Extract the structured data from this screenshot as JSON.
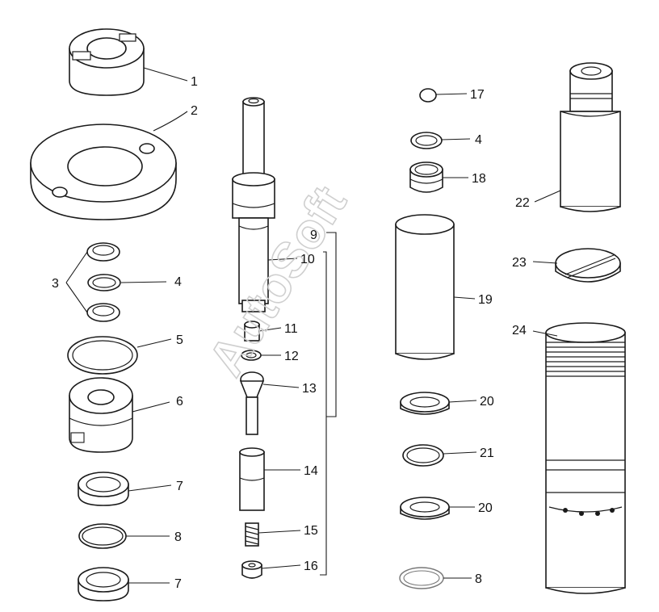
{
  "watermark": "AutoSoft",
  "callouts": [
    {
      "id": "c1",
      "text": "1"
    },
    {
      "id": "c2",
      "text": "2"
    },
    {
      "id": "c3",
      "text": "3"
    },
    {
      "id": "c4a",
      "text": "4"
    },
    {
      "id": "c5",
      "text": "5"
    },
    {
      "id": "c6",
      "text": "6"
    },
    {
      "id": "c7a",
      "text": "7"
    },
    {
      "id": "c8a",
      "text": "8"
    },
    {
      "id": "c7b",
      "text": "7"
    },
    {
      "id": "c9",
      "text": "9"
    },
    {
      "id": "c10",
      "text": "10"
    },
    {
      "id": "c11",
      "text": "11"
    },
    {
      "id": "c12",
      "text": "12"
    },
    {
      "id": "c13",
      "text": "13"
    },
    {
      "id": "c14",
      "text": "14"
    },
    {
      "id": "c15",
      "text": "15"
    },
    {
      "id": "c16",
      "text": "16"
    },
    {
      "id": "c17",
      "text": "17"
    },
    {
      "id": "c4b",
      "text": "4"
    },
    {
      "id": "c18",
      "text": "18"
    },
    {
      "id": "c19",
      "text": "19"
    },
    {
      "id": "c20a",
      "text": "20"
    },
    {
      "id": "c21",
      "text": "21"
    },
    {
      "id": "c20b",
      "text": "20"
    },
    {
      "id": "c8b",
      "text": "8"
    },
    {
      "id": "c22",
      "text": "22"
    },
    {
      "id": "c23",
      "text": "23"
    },
    {
      "id": "c24",
      "text": "24"
    }
  ]
}
